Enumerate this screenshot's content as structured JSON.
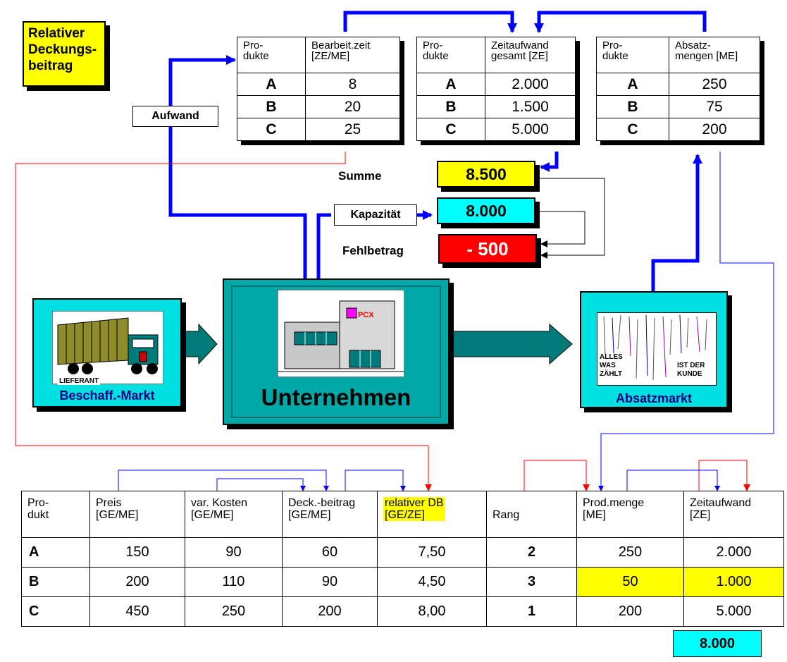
{
  "title_lines": [
    "Relativer",
    "Deckungs-",
    "beitrag"
  ],
  "labels": {
    "aufwand": "Aufwand",
    "kapazitaet": "Kapazität",
    "summe": "Summe",
    "fehlbetrag": "Fehlbetrag",
    "unternehmen": "Unternehmen",
    "beschaff_markt": "Beschaff.-Markt",
    "absatzmarkt": "Absatzmarkt",
    "pcx": "PCX",
    "lieferant": "LIEFERANT",
    "poster_left": [
      "ALLES",
      "WAS",
      "ZÄHLT"
    ],
    "poster_right": [
      "IST DER",
      "KUNDE"
    ]
  },
  "values": {
    "summe": "8.500",
    "kapazitaet": "8.000",
    "fehlbetrag": "- 500",
    "zeitaufwand_total": "8.000"
  },
  "tables": {
    "bearbeitungszeit": {
      "headers": [
        [
          "Pro-",
          "dukte"
        ],
        [
          "Bearbeit.zeit",
          "[ZE/ME]"
        ]
      ],
      "rows": [
        [
          "A",
          "8"
        ],
        [
          "B",
          "20"
        ],
        [
          "C",
          "25"
        ]
      ]
    },
    "zeitaufwand": {
      "headers": [
        [
          "Pro-",
          "dukte"
        ],
        [
          "Zeitaufwand",
          "gesamt [ZE]"
        ]
      ],
      "rows": [
        [
          "A",
          "2.000"
        ],
        [
          "B",
          "1.500"
        ],
        [
          "C",
          "5.000"
        ]
      ]
    },
    "absatzmengen": {
      "headers": [
        [
          "Pro-",
          "dukte"
        ],
        [
          "Absatz-",
          "mengen [ME]"
        ]
      ],
      "rows": [
        [
          "A",
          "250"
        ],
        [
          "B",
          "75"
        ],
        [
          "C",
          "200"
        ]
      ]
    },
    "main": {
      "headers": [
        [
          "Pro-",
          "dukt"
        ],
        [
          "Preis",
          "[GE/ME]"
        ],
        [
          "var. Kosten",
          "[GE/ME]"
        ],
        [
          "Deck.-beitrag",
          "[GE/ME]"
        ],
        [
          "relativer DB",
          "[GE/ZE]"
        ],
        [
          "Rang",
          ""
        ],
        [
          "Prod.menge",
          "[ME]"
        ],
        [
          "Zeitaufwand",
          "[ZE]"
        ]
      ],
      "rows": [
        [
          "A",
          "150",
          "90",
          "60",
          "7,50",
          "2",
          "250",
          "2.000"
        ],
        [
          "B",
          "200",
          "110",
          "90",
          "4,50",
          "3",
          "50",
          "1.000"
        ],
        [
          "C",
          "450",
          "250",
          "200",
          "8,00",
          "1",
          "200",
          "5.000"
        ]
      ]
    }
  },
  "colors": {
    "yellow": "#ffff00",
    "cyan": "#00ffff",
    "teal": "#00d4d4",
    "dark_teal": "#007a7a",
    "red": "#ff0000",
    "blue": "#0000ff"
  }
}
